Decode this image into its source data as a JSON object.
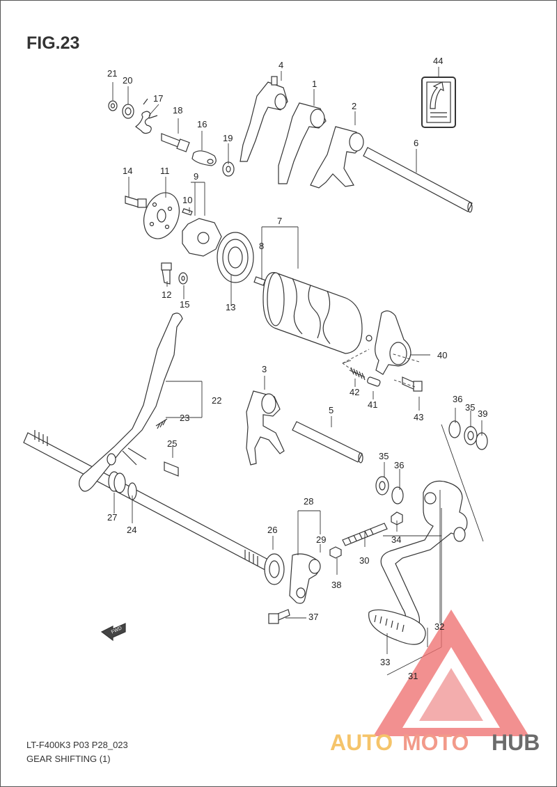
{
  "figure": {
    "title": "FIG.23",
    "code": "LT-F400K3 P03 P28_023",
    "name": "GEAR SHIFTING (1)"
  },
  "labels": [
    "1",
    "2",
    "3",
    "4",
    "5",
    "6",
    "7",
    "8",
    "9",
    "10",
    "11",
    "12",
    "13",
    "14",
    "15",
    "16",
    "17",
    "18",
    "19",
    "20",
    "21",
    "22",
    "23",
    "24",
    "25",
    "26",
    "27",
    "28",
    "29",
    "30",
    "31",
    "32",
    "33",
    "34",
    "35",
    "35",
    "36",
    "36",
    "37",
    "38",
    "39",
    "40",
    "41",
    "42",
    "43",
    "44"
  ],
  "direction_tag": "FWD",
  "watermark": {
    "part1": "AUTO",
    "part2": "MOTO",
    "part3": "HUB",
    "color1": "#f5c46a",
    "color2": "#f29a8a",
    "color3": "#6b6b6b",
    "triangle_color": "#ef6f6f"
  }
}
